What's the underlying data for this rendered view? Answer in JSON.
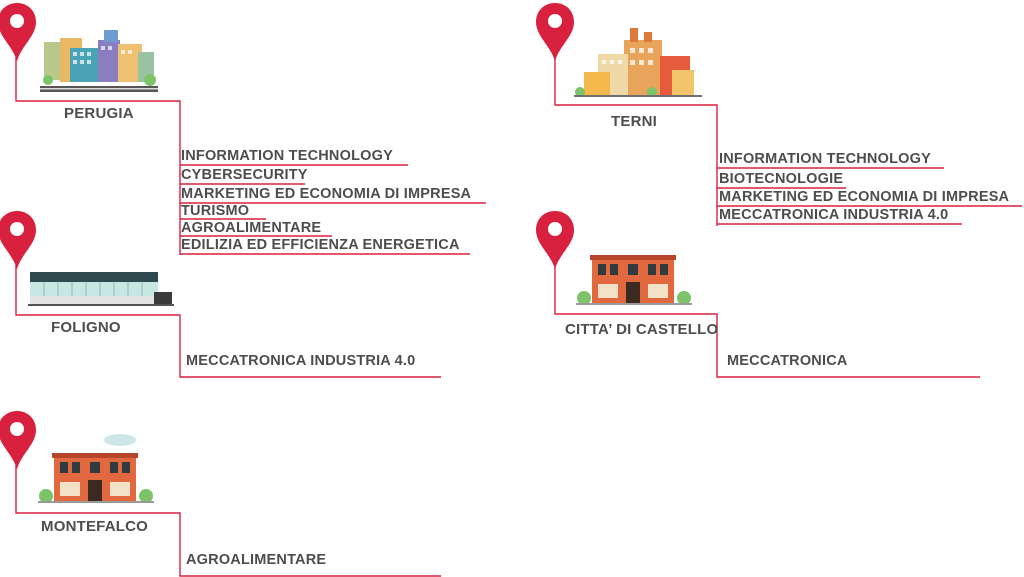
{
  "colors": {
    "accent": "#d8213f",
    "text": "#4d4d4d"
  },
  "cities": {
    "perugia": {
      "name": "PERUGIA",
      "courses": [
        "INFORMATION TECHNOLOGY",
        "CYBERSECURITY",
        "MARKETING ED ECONOMIA DI IMPRESA",
        "TURISMO",
        "AGROALIMENTARE",
        "EDILIZIA ED EFFICIENZA ENERGETICA"
      ]
    },
    "terni": {
      "name": "TERNI",
      "courses": [
        "INFORMATION TECHNOLOGY",
        "BIOTECNOLOGIE",
        "MARKETING ED ECONOMIA DI IMPRESA",
        "MECCATRONICA INDUSTRIA 4.0"
      ]
    },
    "foligno": {
      "name": "FOLIGNO",
      "courses": [
        "MECCATRONICA INDUSTRIA 4.0"
      ]
    },
    "citta_di_castello": {
      "name": "CITTA’ DI CASTELLO",
      "courses": [
        "MECCATRONICA"
      ]
    },
    "montefalco": {
      "name": "MONTEFALCO",
      "courses": [
        "AGROALIMENTARE"
      ]
    }
  },
  "icons": [
    "map-pin-icon",
    "city-skyline-icon",
    "factory-icon",
    "warehouse-icon",
    "brick-building-icon"
  ]
}
